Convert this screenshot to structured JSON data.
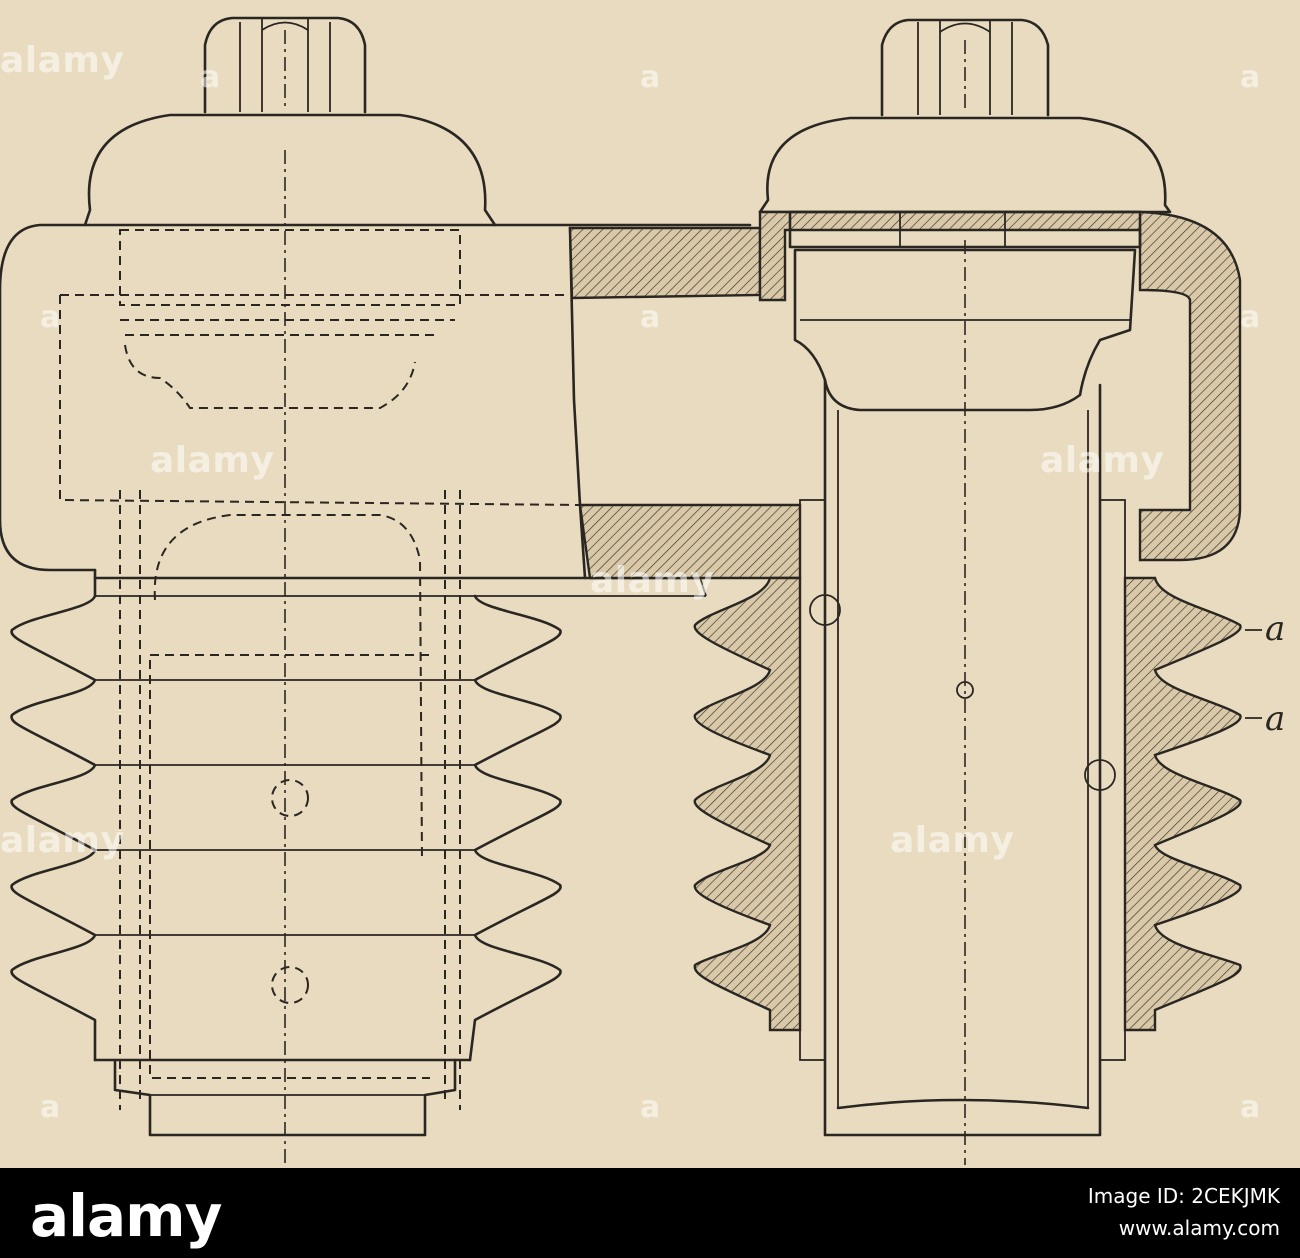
{
  "figure": {
    "part_labels": [
      "a",
      "a"
    ]
  },
  "watermark": {
    "brand": "alamy",
    "letter": "a"
  },
  "footer": {
    "logo": "alamy",
    "image_id": "Image ID: 2CEKJMK",
    "url": "www.alamy.com"
  }
}
